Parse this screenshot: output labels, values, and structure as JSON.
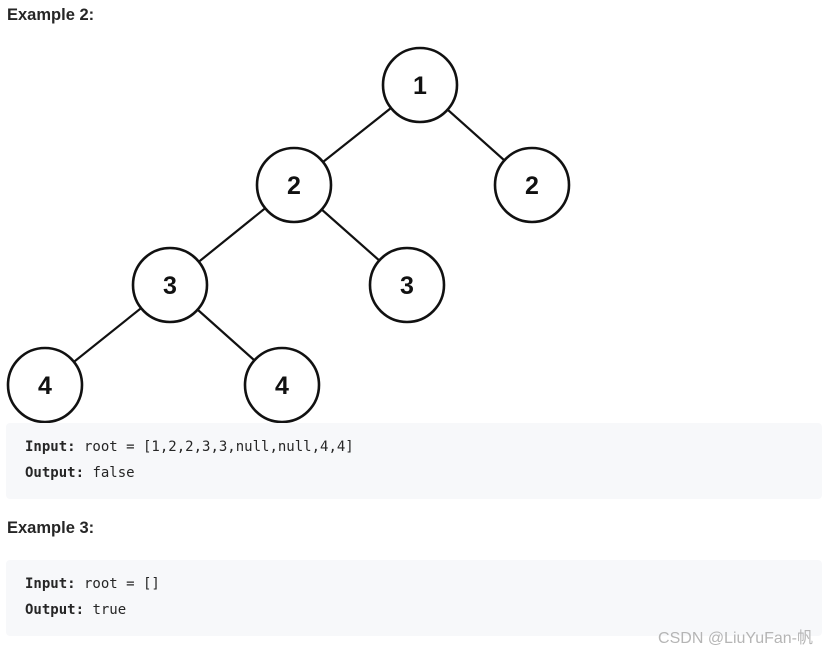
{
  "example2": {
    "heading": "Example 2:",
    "tree": {
      "nodes": [
        "1",
        "2",
        "2",
        "3",
        "3",
        "4",
        "4"
      ],
      "edges": [
        [
          0,
          1
        ],
        [
          0,
          2
        ],
        [
          1,
          3
        ],
        [
          1,
          4
        ],
        [
          3,
          5
        ],
        [
          3,
          6
        ]
      ]
    },
    "input_label": "Input:",
    "input_value": " root = [1,2,2,3,3,null,null,4,4]",
    "output_label": "Output:",
    "output_value": " false"
  },
  "example3": {
    "heading": "Example 3:",
    "input_label": "Input:",
    "input_value": " root = []",
    "output_label": "Output:",
    "output_value": " true"
  },
  "watermark": "CSDN @LiuYuFan-帆"
}
